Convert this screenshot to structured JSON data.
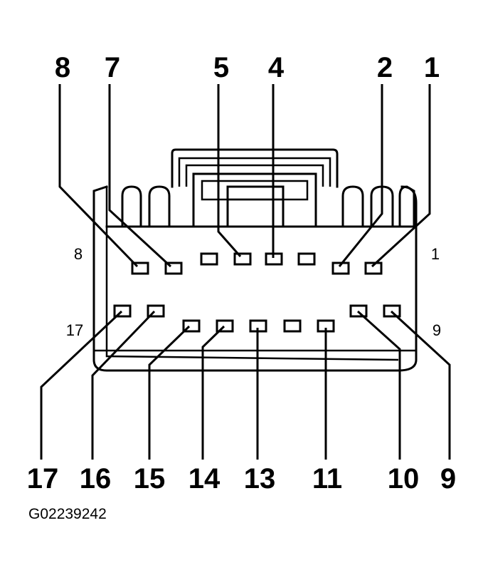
{
  "top_callouts": [
    "8",
    "7",
    "5",
    "4",
    "2",
    "1"
  ],
  "bottom_callouts": [
    "17",
    "16",
    "15",
    "14",
    "13",
    "11",
    "10",
    "9"
  ],
  "inner_labels": {
    "top_left": "8",
    "top_right": "1",
    "bottom_left": "17",
    "bottom_right": "9"
  },
  "figure_code": "G02239242"
}
